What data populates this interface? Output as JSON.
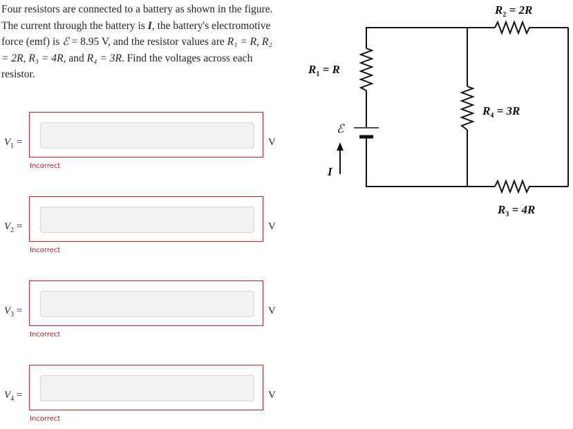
{
  "problem": {
    "p1": "Four resistors are connected to a battery as shown in the figure. The current through the battery is ",
    "current_symbol": "I",
    "p2": ", the battery's electromotive force (emf) is ",
    "emf_symbol": "ℰ",
    "p3": " = 8.95 V, and the resistor values are ",
    "r1_def": "R₁ = R",
    "r2_def": "R₂ = 2R",
    "r3_def": "R₃ = 4R",
    "r4_def": "R₄ = 3R",
    "p4": ". Find the voltages across each resistor."
  },
  "answers": [
    {
      "var": "V",
      "sub": "1",
      "equals": "=",
      "value": "",
      "unit": "V",
      "feedback": "Incorrect"
    },
    {
      "var": "V",
      "sub": "2",
      "equals": "=",
      "value": "",
      "unit": "V",
      "feedback": "Incorrect"
    },
    {
      "var": "V",
      "sub": "3",
      "equals": "=",
      "value": "",
      "unit": "V",
      "feedback": "Incorrect"
    },
    {
      "var": "V",
      "sub": "4",
      "equals": "=",
      "value": "",
      "unit": "V",
      "feedback": "Incorrect"
    }
  ],
  "circuit": {
    "r1": {
      "name": "R",
      "sub": "1",
      "eq": " = R"
    },
    "r2": {
      "name": "R",
      "sub": "2",
      "eq": " = 2R"
    },
    "r3": {
      "name": "R",
      "sub": "3",
      "eq": " = 4R"
    },
    "r4": {
      "name": "R",
      "sub": "4",
      "eq": " = 3R"
    },
    "emf_label": "ℰ",
    "current_label": "I"
  },
  "colors": {
    "error": "#c0222b",
    "input_bg": "#f1f1f1"
  }
}
